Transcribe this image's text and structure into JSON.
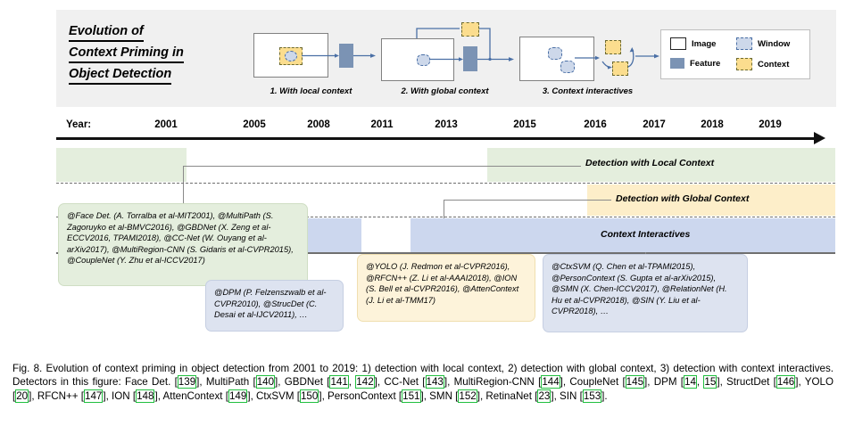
{
  "header": {
    "title_lines": [
      "Evolution of",
      "Context Priming in",
      "Object Detection"
    ],
    "panels": [
      {
        "caption": "1. With local context",
        "kind": "local"
      },
      {
        "caption": "2. With global context",
        "kind": "global"
      },
      {
        "caption": "3. Context interactives",
        "kind": "interactive"
      }
    ],
    "legend": [
      {
        "label": "Image",
        "icon": "image-swatch"
      },
      {
        "label": "Window",
        "icon": "window-swatch"
      },
      {
        "label": "Feature",
        "icon": "feature-swatch"
      },
      {
        "label": "Context",
        "icon": "context-swatch"
      }
    ]
  },
  "timeline": {
    "year_word": "Year:",
    "years": [
      "2001",
      "2005",
      "2008",
      "2011",
      "2013",
      "2015",
      "2016",
      "2017",
      "2018",
      "2019"
    ],
    "bands": [
      {
        "label": "Detection with Local Context",
        "color": "#e4eedd"
      },
      {
        "label": "Detection with Global Context",
        "color": "#fdeec9"
      },
      {
        "label": "Context Interactives",
        "color": "#ccd7ee"
      }
    ]
  },
  "notes": {
    "local": "@Face Det. (A. Torralba et al-MIT2001), @MultiPath (S. Zagoruyko et al-BMVC2016), @GBDNet (X. Zeng et al-ECCV2016, TPAMI2018), @CC-Net (W. Ouyang et al-arXiv2017), @MultiRegion-CNN (S. Gidaris et al-CVPR2015), @CoupleNet (Y. Zhu et al-ICCV2017)",
    "dpm": "@DPM (P. Felzenszwalb et al-CVPR2010), @StrucDet (C. Desai et al-IJCV2011), …",
    "global": "@YOLO (J. Redmon et al-CVPR2016), @RFCN++ (Z. Li et al-AAAI2018), @ION (S. Bell et al-CVPR2016), @AttenContext (J. Li et al-TMM17)",
    "interactive": "@CtxSVM (Q. Chen et al-TPAMI2015), @PersonContext (S. Gupta et al-arXiv2015), @SMN (X. Chen-ICCV2017), @RelationNet (H. Hu et al-CVPR2018), @SIN (Y. Liu et al-CVPR2018), …"
  },
  "caption": {
    "label": "Fig. 8.",
    "text_1": "Evolution of context priming in object detection from 2001 to 2019: 1) detection with local context, 2) detection with global context, 3) detection with context interactives. Detectors in this figure: Face Det. [139], MultiPath [140], GBDNet [141, 142], CC-Net [143], MultiRegion-CNN [144], CoupleNet [145], DPM [14, 15], StructDet [146], YOLO [20], RFCN++ [147], ION [148], AttenContext [149], CtxSVM [150], PersonContext [151], SMN [152], RetinaNet [23], SIN [153].",
    "citations": [
      "139",
      "140",
      "141",
      "142",
      "143",
      "144",
      "145",
      "14",
      "15",
      "146",
      "20",
      "147",
      "148",
      "149",
      "150",
      "151",
      "152",
      "23",
      "153"
    ]
  },
  "colors": {
    "green": "#e4eedd",
    "yellow": "#fdeec9",
    "blue": "#ccd7ee",
    "feature": "#7b93b4",
    "context": "#fbdd8e",
    "window": "#cdd8ea",
    "arrow": "#4a6fa5",
    "cite_box": "#21bf3f"
  }
}
